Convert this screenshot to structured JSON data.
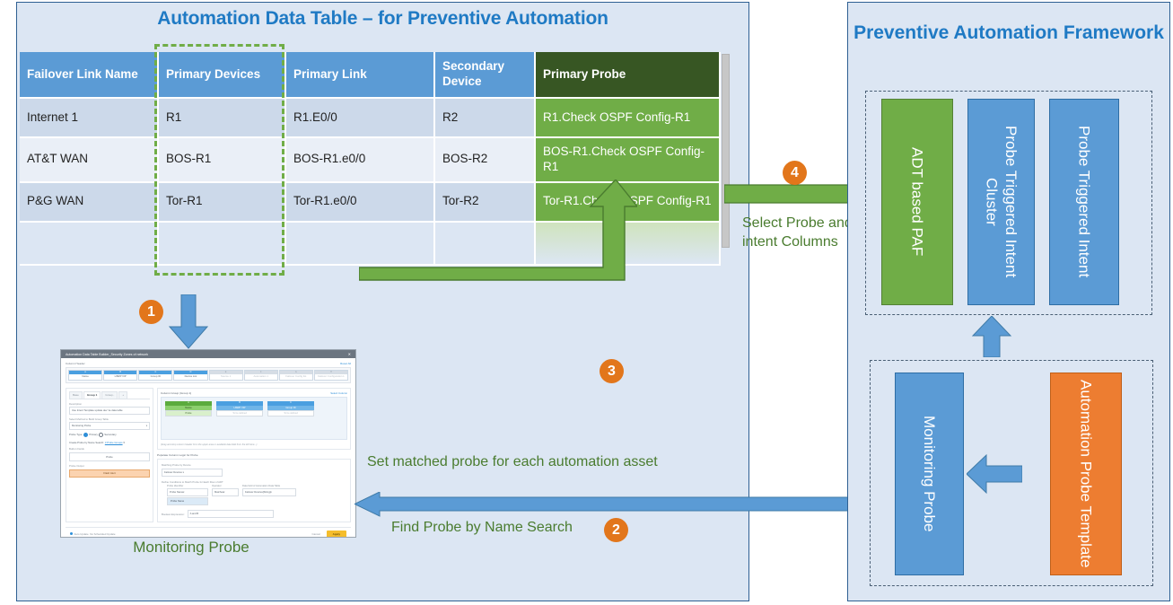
{
  "left_panel": {
    "title": "Automation Data Table – for Preventive Automation",
    "caption": "Monitoring Probe"
  },
  "table": {
    "headers": [
      "Failover Link Name",
      "Primary Devices",
      "Primary Link",
      "Secondary Device",
      "Primary Probe"
    ],
    "rows": [
      [
        "Internet 1",
        "R1",
        "R1.E0/0",
        "R2",
        "R1.Check OSPF Config-R1"
      ],
      [
        "AT&T WAN",
        "BOS-R1",
        "BOS-R1.e0/0",
        "BOS-R2",
        "BOS-R1.Check OSPF Config-R1"
      ],
      [
        "P&G WAN",
        "Tor-R1",
        "Tor-R1.e0/0",
        "Tor-R2",
        "Tor-R1.Check OSPF Config-R1"
      ],
      [
        "",
        "",
        "",
        "",
        ""
      ]
    ]
  },
  "steps": {
    "one": "1",
    "two": "2",
    "three": "3",
    "four": "4"
  },
  "labels": {
    "select_probe_and_intent": "Select Probe and intent Columns",
    "set_matched_probe": "Set matched probe for each automation asset",
    "find_probe_by_name": "Find Probe by Name Search"
  },
  "right_panel": {
    "title": "Preventive Automation Framework",
    "top_group": [
      "ADT based PAF",
      "Probe Triggered Intent Cluster",
      "Probe Triggered Intent"
    ],
    "bottom_group": [
      "Monitoring Probe",
      "Automation Probe Template"
    ]
  },
  "dialog": {
    "titlebar": "Automation Data Table Builder_Security Zones of network",
    "close": "✕",
    "column_header_label": "Column Header",
    "reset_all": "Reset All",
    "column_header_cells": [
      {
        "top": "A",
        "name": "Name"
      },
      {
        "top": "B",
        "name": "HSRP VIP"
      },
      {
        "top": "C",
        "name": "Group ID"
      },
      {
        "top": "D",
        "name": "Device List"
      },
      {
        "top": "E",
        "name": "Source 1"
      },
      {
        "top": "F",
        "name": "Automation 1"
      },
      {
        "top": "G",
        "name": "Failover Config list"
      },
      {
        "top": "H",
        "name": "Failover Configuration L"
      }
    ],
    "tabs": [
      "Base",
      "Group 1",
      "Group..",
      "+"
    ],
    "description_label": "Description",
    "description_value": "Use Intent Template update dev`1e data table",
    "select_method_label": "Select Method to Build Group Table",
    "select_method_value": "Monitoring Probe",
    "probe_type_label": "Probe Type:",
    "probe_type_primary": "Primary",
    "probe_type_secondary": "Secondary",
    "create_probe_label": "Create Probe by Name Search:",
    "create_probe_link": "3 Probe Groups",
    "builtin_fields_label": "Built-in Fields",
    "builtin_field_value": "Probe",
    "probe_output_label": "Probe Output",
    "probe_output_chip": "Flash Alert",
    "column_group_title": "Column Group (Group 1)",
    "select_column_link": "Select Column",
    "cards": [
      {
        "top": "A",
        "name": "Name",
        "value": "Probe",
        "color": "green"
      },
      {
        "top": "B",
        "name": "HSRP VIP",
        "value": "To be defined",
        "color": "blue"
      },
      {
        "top": "C",
        "name": "Group ID",
        "value": "To be defined",
        "color": "blue"
      }
    ],
    "drag_hint": "(Drag and drop column header from the upper area or available data field from the left here...)",
    "populate_title": "Populate Column Logic for Probe",
    "matching_probe_label": "Matching Probe by Device",
    "matching_probe_value": "Failover Devices",
    "define_conditions_label": "Define Conditions to Match Probe for Each Row of ADT",
    "cond_headers": [
      "Probe Identifier",
      "Operator",
      "Data field of Automation Data Table"
    ],
    "cond_rows": [
      {
        "id": "A",
        "identifier": "Probe Name",
        "operator": "Matches",
        "field": "Failover Devices[String]"
      },
      {
        "id": "B",
        "identifier": "Probe Name",
        "operator": "",
        "field": ""
      }
    ],
    "boolean_label": "Boolean Expression:",
    "boolean_value": "A and B",
    "auto_update": "Auto Update",
    "no_scheduled": "No Scheduled Update",
    "cancel": "Cancel",
    "apply": "Apply"
  },
  "colors": {
    "panel_bg": "#dce6f3",
    "panel_border": "#2e5f92",
    "title_blue": "#1f7ac4",
    "header_blue": "#5b9bd5",
    "header_dark_green": "#375623",
    "probe_green": "#70ad47",
    "badge_orange": "#e2761b",
    "label_green": "#4a7c2f",
    "template_orange": "#ed7d31"
  }
}
